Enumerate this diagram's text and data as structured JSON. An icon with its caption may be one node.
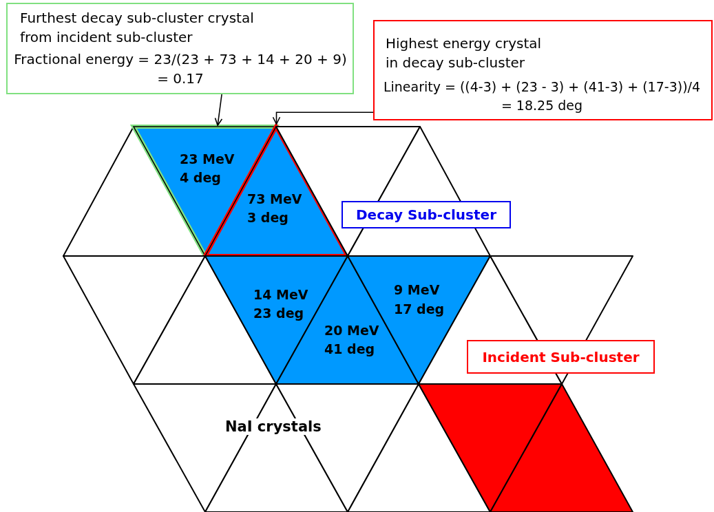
{
  "diagram": {
    "nodes": [
      {
        "text": [
          "Furthest decay sub-cluster crystal from incident sub-cluster",
          "Fractional energy = 23/(23 + 73 + 14 + 20 + 9) = 0.17"
        ]
      },
      {
        "text": [
          "Highest energy crystal in decay sub-cluster",
          "Linearity = ((4-3) + (23 - 3) + (41-3) + (17-3))/4 = 18.25 deg"
        ]
      },
      {
        "text": [],
        "shape": "triangle"
      },
      {
        "text": [
          "23 MeV",
          "4 deg"
        ]
      },
      {
        "text": [
          "73 MeV",
          "3 deg"
        ]
      },
      {
        "text": [],
        "shape": "triangle"
      },
      {
        "text": [],
        "shape": "triangle"
      },
      {
        "text": [
          "Decay Sub-cluster"
        ]
      },
      {
        "text": [],
        "shape": "triangle"
      },
      {
        "text": [],
        "shape": "triangle"
      },
      {
        "text": [
          "14 MeV",
          "23 deg"
        ]
      },
      {
        "text": [
          "20 MeV",
          "41 deg"
        ]
      },
      {
        "text": [
          "9 MeV",
          "17 deg"
        ]
      },
      {
        "text": [],
        "shape": "triangle"
      },
      {
        "text": [],
        "shape": "triangle"
      },
      {
        "text": [
          "Incident Sub-cluster"
        ]
      },
      {
        "text": [],
        "shape": "triangle"
      },
      {
        "text": [],
        "shape": "triangle"
      },
      {
        "text": [],
        "shape": "triangle"
      },
      {
        "text": [],
        "shape": "triangle"
      },
      {
        "text": [],
        "shape": "triangle"
      },
      {
        "text": [],
        "shape": "triangle"
      }
    ],
    "edges": [
      {
        "from": 0,
        "to": 3,
        "arrow": "to"
      },
      {
        "from": 1,
        "to": 4,
        "arrow": "to"
      }
    ],
    "labels": [
      "NaI crystals"
    ]
  }
}
